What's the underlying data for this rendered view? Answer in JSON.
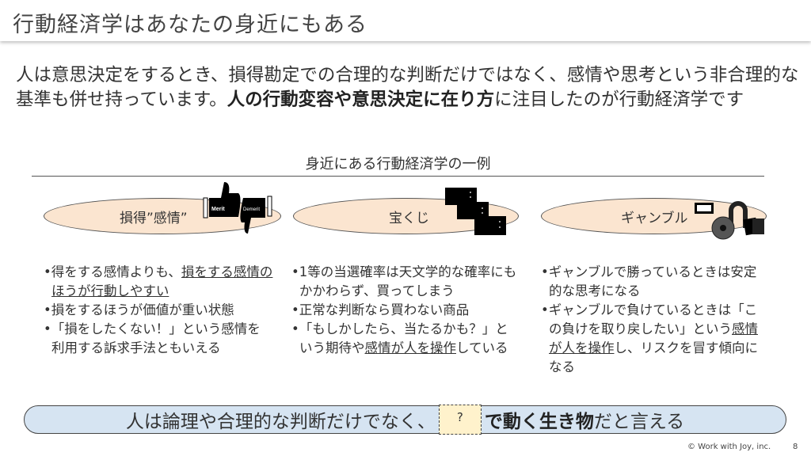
{
  "title": "行動経済学はあなたの身近にもある",
  "lead": {
    "p1": "人は意思決定をするとき、損得勘定での合理的な判断だけではなく、感情や思考という非合理的な基準も併せ持っています。",
    "bold": "人の行動変容や意思決定に在り方",
    "p2": "に注目したのが行動経済学です"
  },
  "section_heading": "身近にある行動経済学の一例",
  "examples": [
    {
      "label": "損得”感情”",
      "icon_text": [
        "Merit",
        "Demerit"
      ],
      "bullets": [
        [
          "得をする感情よりも、",
          "損をする感情のほうが行動しやすい"
        ],
        [
          "損をするほうが価値が重い状態"
        ],
        [
          "「損をしたくない！」という感情を利用する訴求手法ともいえる"
        ]
      ]
    },
    {
      "label": "宝くじ",
      "bullets": [
        [
          "1等の当選確率は天文学的な確率にもかかわらず、買ってしまう"
        ],
        [
          "正常な判断なら買わない商品"
        ],
        [
          "「もしかしたら、当たるかも？」という期待や",
          "感情が人を操作",
          "している"
        ]
      ]
    },
    {
      "label": "ギャンブル",
      "bullets": [
        [
          "ギャンブルで勝っているときは安定的な思考になる"
        ],
        [
          "ギャンブルで負けているときは「この負けを取り戻したい」という",
          "感情が人を操作",
          "し、リスクを冒す傾向になる"
        ]
      ]
    }
  ],
  "conclusion": {
    "before": "人は論理や合理的な判断だけでなく、",
    "blank": "?",
    "bold": "で動く生き物",
    "after": "だと言える"
  },
  "footer": {
    "copyright": "© Work with Joy, inc.",
    "page": "8"
  },
  "colors": {
    "oval": "#fbe5d0",
    "pill": "#d6e4f2",
    "blank": "#fff2cc"
  }
}
